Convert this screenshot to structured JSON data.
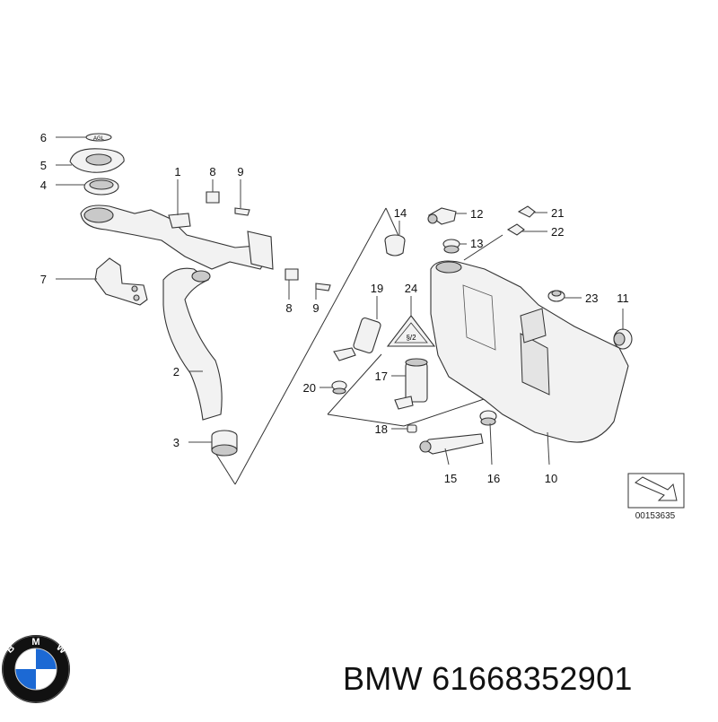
{
  "diagram": {
    "callouts": [
      {
        "id": "c6",
        "label": "6"
      },
      {
        "id": "c5",
        "label": "5"
      },
      {
        "id": "c4",
        "label": "4"
      },
      {
        "id": "c7",
        "label": "7"
      },
      {
        "id": "c2",
        "label": "2"
      },
      {
        "id": "c3",
        "label": "3"
      },
      {
        "id": "c1",
        "label": "1"
      },
      {
        "id": "c8a",
        "label": "8"
      },
      {
        "id": "c9a",
        "label": "9"
      },
      {
        "id": "c8b",
        "label": "8"
      },
      {
        "id": "c9b",
        "label": "9"
      },
      {
        "id": "c14",
        "label": "14"
      },
      {
        "id": "c12",
        "label": "12"
      },
      {
        "id": "c13",
        "label": "13"
      },
      {
        "id": "c21",
        "label": "21"
      },
      {
        "id": "c22",
        "label": "22"
      },
      {
        "id": "c19",
        "label": "19"
      },
      {
        "id": "c24",
        "label": "24"
      },
      {
        "id": "c23",
        "label": "23"
      },
      {
        "id": "c11",
        "label": "11"
      },
      {
        "id": "c17",
        "label": "17"
      },
      {
        "id": "c20",
        "label": "20"
      },
      {
        "id": "c18",
        "label": "18"
      },
      {
        "id": "c15",
        "label": "15"
      },
      {
        "id": "c16",
        "label": "16"
      },
      {
        "id": "c10",
        "label": "10"
      }
    ],
    "reference_code": "00153635",
    "cap_marking": "AGL",
    "warning_label_marking": "§/2"
  },
  "brand": {
    "logo_letters": "BMW",
    "caption": "BMW 61668352901",
    "colors": {
      "blue": "#1c69d4",
      "ring": "#111111",
      "white": "#ffffff"
    }
  }
}
